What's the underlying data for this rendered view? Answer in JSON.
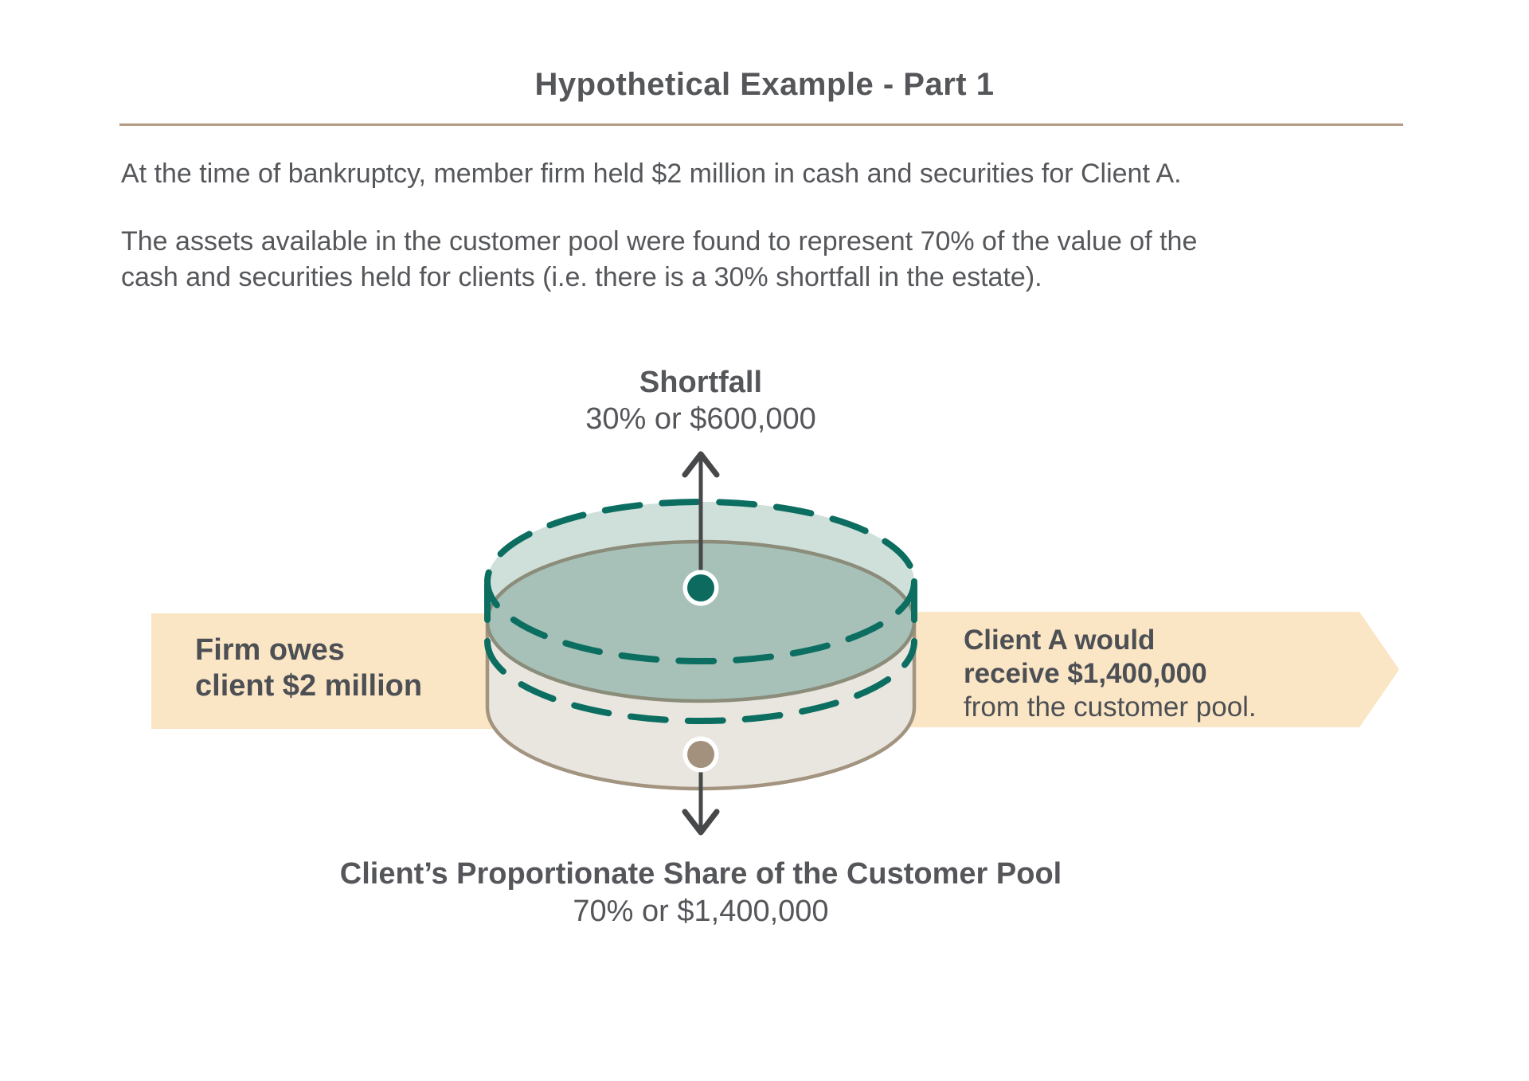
{
  "title": "Hypothetical Example - Part 1",
  "body": {
    "p1": "At the time of bankruptcy, member firm held $2 million in cash and securities for Client A.",
    "p2_line1": "The assets available in the customer pool were found to represent 70% of the value of the",
    "p2_line2": "cash and securities held for clients (i.e. there is a 30% shortfall in the estate)."
  },
  "diagram": {
    "shortfall": {
      "label": "Shortfall",
      "value": "30% or $600,000"
    },
    "share": {
      "label": "Client’s Proportionate Share of the Customer Pool",
      "value": "70% or $1,400,000"
    },
    "left_banner": {
      "line1": "Firm owes",
      "line2": "client $2 million"
    },
    "right_banner": {
      "line1": "Client A would",
      "line2": "receive $1,400,000",
      "line3": "from the customer pool."
    },
    "colors": {
      "banner_peach": "#fae5c4",
      "ghost_mint_fill": "#cfdfda",
      "pool_surface_teal": "#a7c1b9",
      "dashed_teal": "#0c6e60",
      "surface_edge_olive": "#8b8d7a",
      "cylinder_body_fill": "#e9e6e0",
      "cylinder_body_edge": "#a39480",
      "shortfall_dot": "#0c6b5e",
      "share_dot": "#a3917d",
      "arrow_gray": "#47484a",
      "rule_tan": "#b39b84",
      "text_dark_gray": "#54565a"
    }
  }
}
